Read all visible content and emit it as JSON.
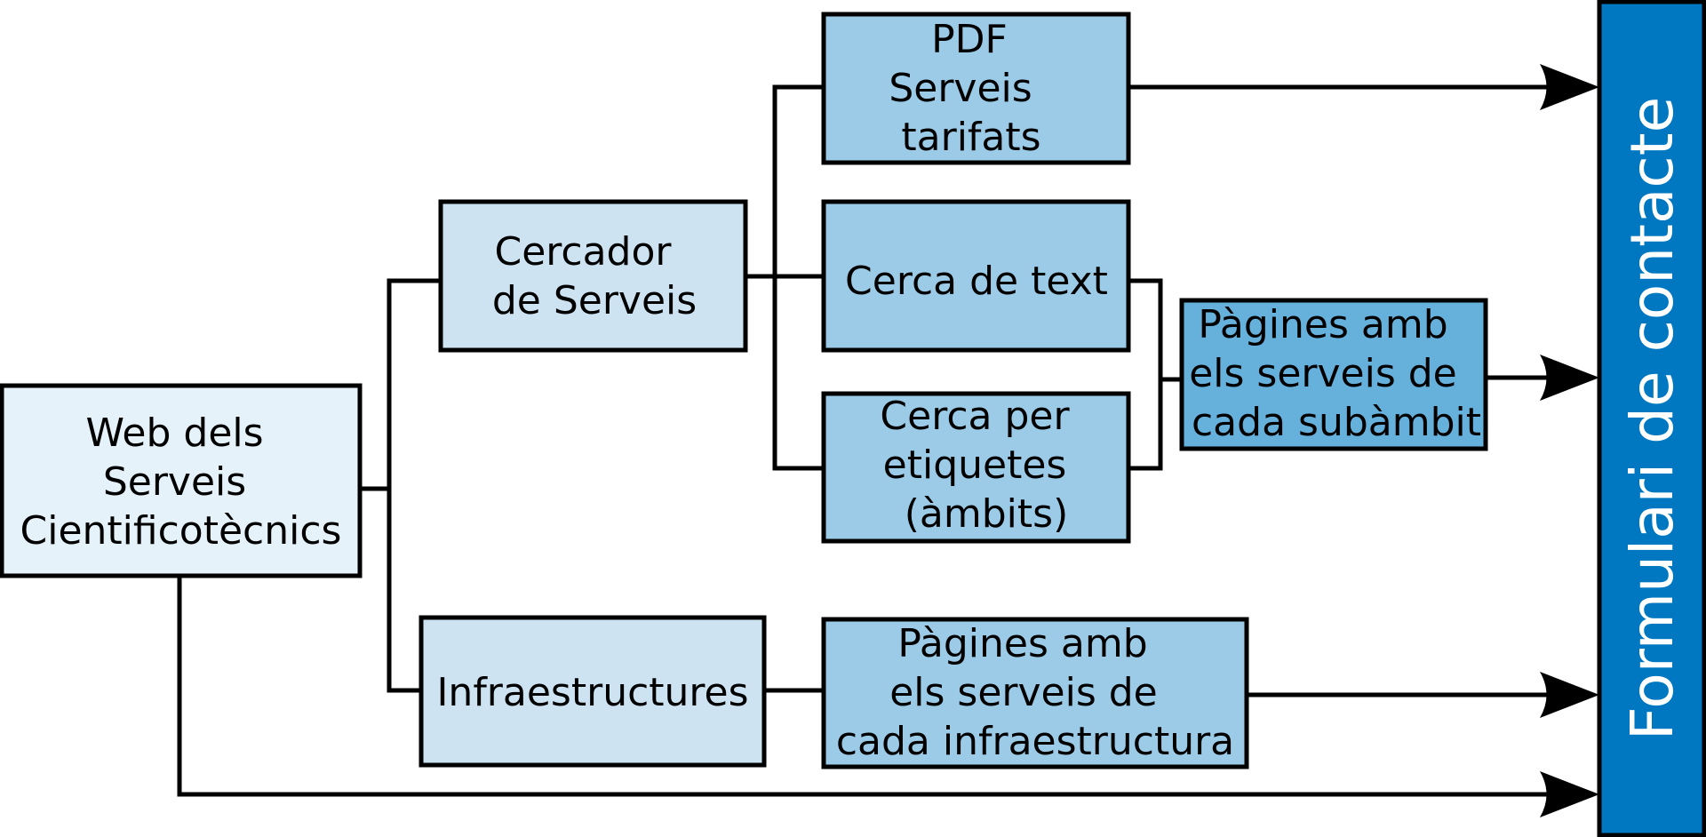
{
  "colors": {
    "lightest": "#e6f2fa",
    "light": "#cde3f2",
    "mid": "#9ccbe8",
    "dark": "#66b0dc",
    "accent": "#0078c1",
    "stroke": "#000000"
  },
  "nodes": {
    "web": {
      "lines": [
        "Web dels",
        "Serveis",
        "Cientificotècnics"
      ]
    },
    "cercador": {
      "lines": [
        "Cercador",
        "de Serveis"
      ]
    },
    "infra": {
      "lines": [
        "Infraestructures"
      ]
    },
    "pdf": {
      "lines": [
        "PDF",
        "Serveis",
        "tarifats"
      ]
    },
    "cerca_text": {
      "lines": [
        "Cerca de text"
      ]
    },
    "cerca_etiquetes": {
      "lines": [
        "Cerca per",
        "etiquetes",
        "(àmbits)"
      ]
    },
    "pagines_subambit": {
      "lines": [
        "Pàgines amb",
        "els serveis de",
        "cada subàmbit"
      ]
    },
    "pagines_infra": {
      "lines": [
        "Pàgines amb",
        "els serveis de",
        "cada infraestructura"
      ]
    }
  },
  "sidebar": {
    "label": "Formulari de contacte"
  }
}
